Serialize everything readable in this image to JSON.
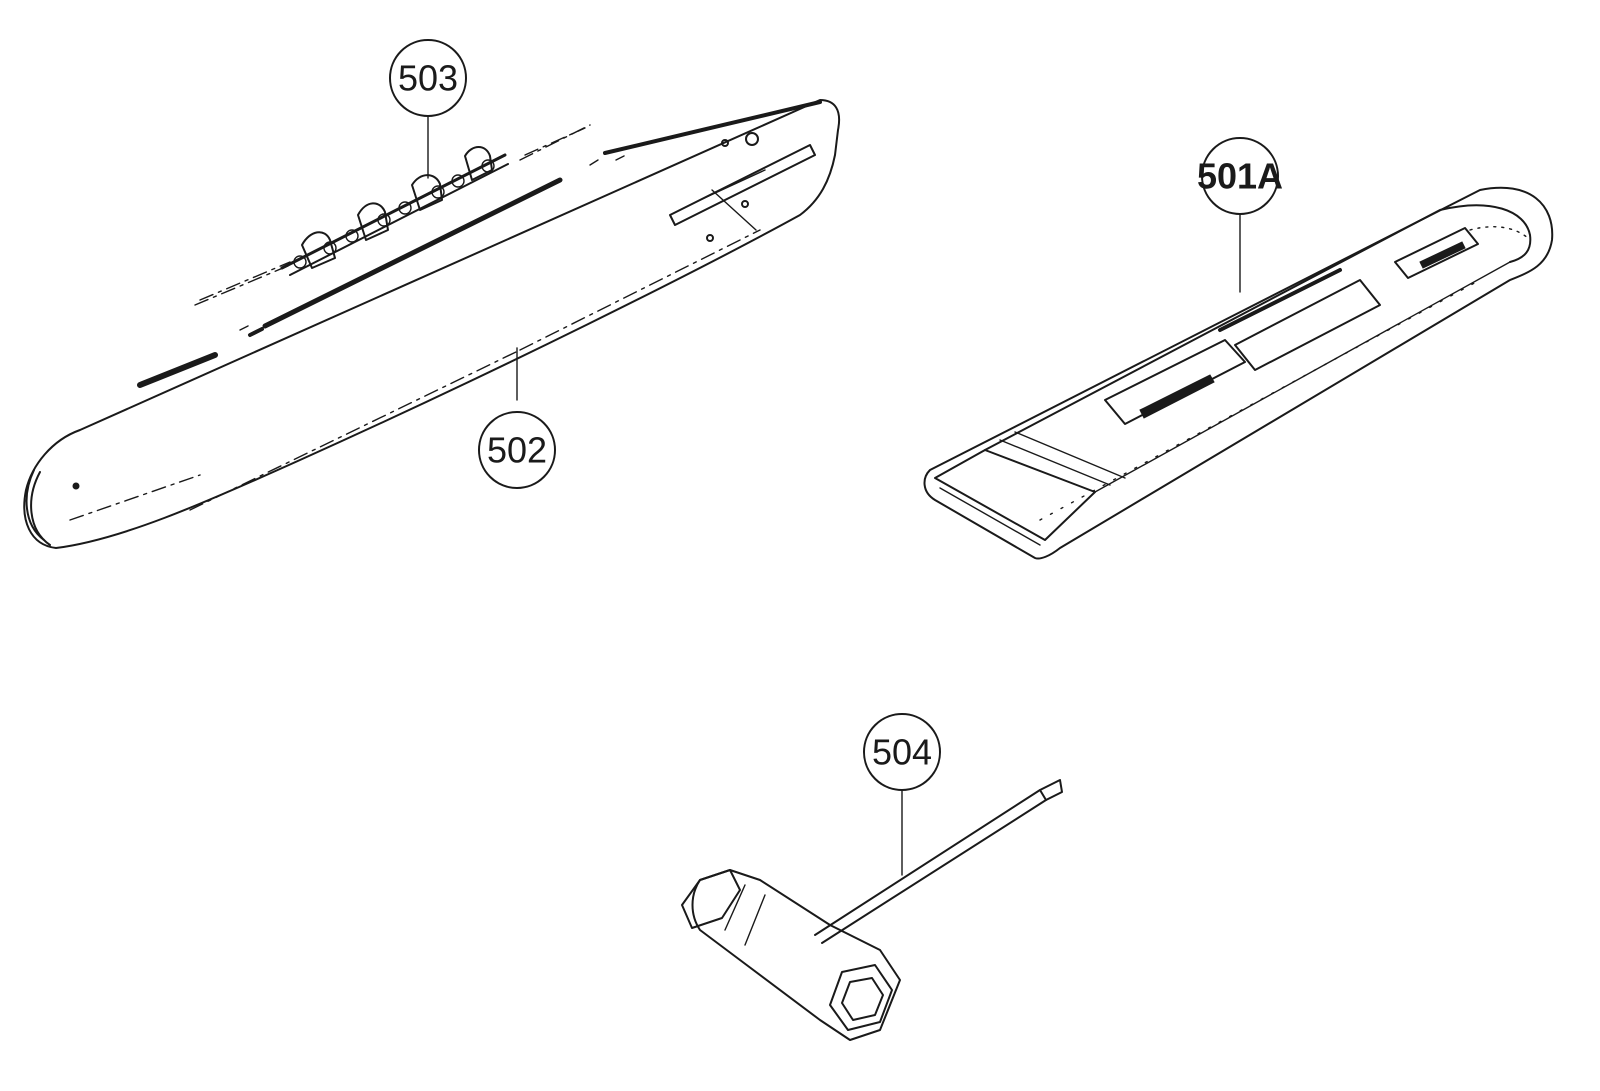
{
  "callouts": {
    "c503": "503",
    "c502": "502",
    "c501a": "501A",
    "c504": "504"
  }
}
